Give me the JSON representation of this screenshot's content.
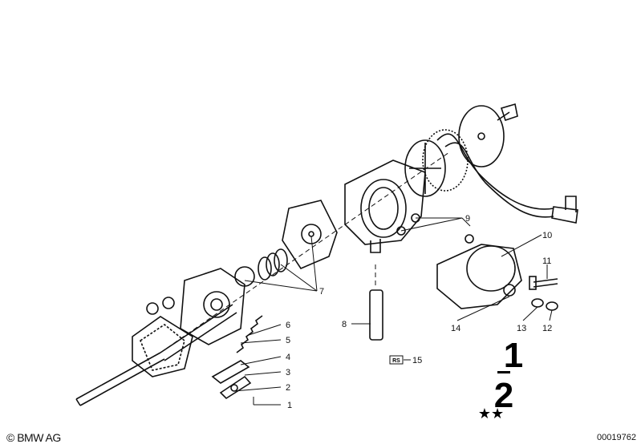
{
  "callouts": [
    {
      "id": "1",
      "label": "1"
    },
    {
      "id": "2",
      "label": "2"
    },
    {
      "id": "3",
      "label": "3"
    },
    {
      "id": "4",
      "label": "4"
    },
    {
      "id": "5",
      "label": "5"
    },
    {
      "id": "6",
      "label": "6"
    },
    {
      "id": "7",
      "label": "7"
    },
    {
      "id": "8",
      "label": "8"
    },
    {
      "id": "9",
      "label": "9"
    },
    {
      "id": "10",
      "label": "10"
    },
    {
      "id": "11",
      "label": "11"
    },
    {
      "id": "12",
      "label": "12"
    },
    {
      "id": "13",
      "label": "13"
    },
    {
      "id": "14",
      "label": "14"
    },
    {
      "id": "15",
      "label": "15"
    }
  ],
  "rs_badge": "RS",
  "fraction": {
    "numerator": "1",
    "denominator": "2"
  },
  "stars": "★★",
  "copyright": "© BMW AG",
  "reference_number": "00019762"
}
